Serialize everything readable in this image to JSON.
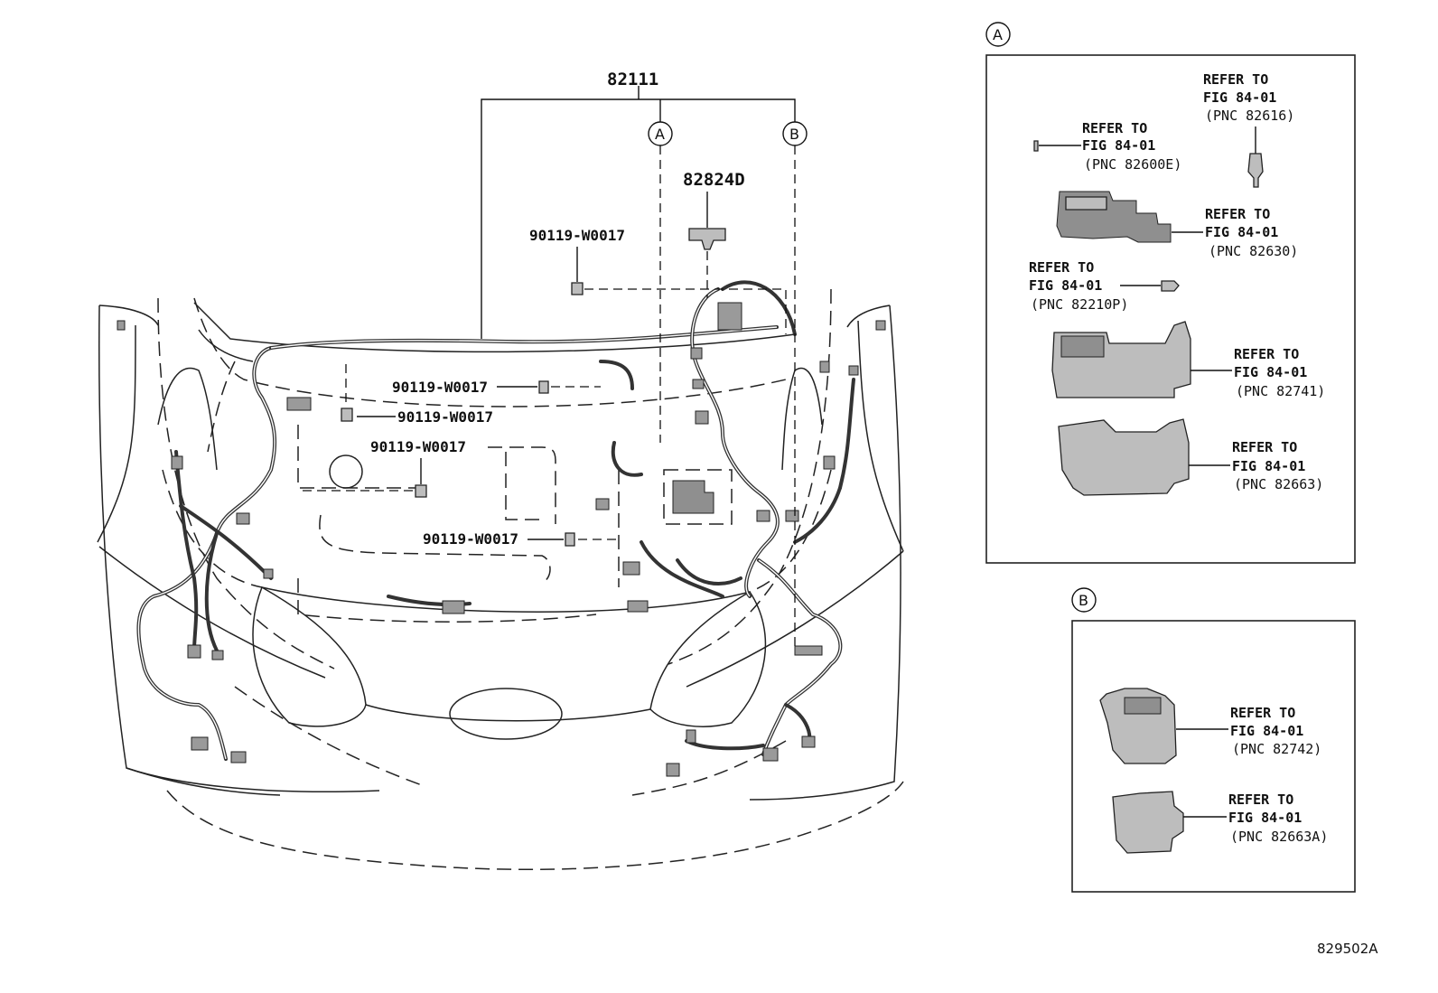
{
  "diagram": {
    "main_part": "82111",
    "sub_part": "82824D",
    "bolt_part": "90119-W0017",
    "section_a": "A",
    "section_b": "B",
    "figure_ref": "829502A",
    "inset_a": [
      {
        "refer": "REFER TO",
        "fig": "FIG 84-01",
        "pnc": "(PNC 82600E)"
      },
      {
        "refer": "REFER TO",
        "fig": "FIG 84-01",
        "pnc": "(PNC 82616)"
      },
      {
        "refer": "REFER TO",
        "fig": "FIG 84-01",
        "pnc": "(PNC 82630)"
      },
      {
        "refer": "REFER TO",
        "fig": "FIG 84-01",
        "pnc": "(PNC 82210P)"
      },
      {
        "refer": "REFER TO",
        "fig": "FIG 84-01",
        "pnc": "(PNC 82741)"
      },
      {
        "refer": "REFER TO",
        "fig": "FIG 84-01",
        "pnc": "(PNC 82663)"
      }
    ],
    "inset_b": [
      {
        "refer": "REFER TO",
        "fig": "FIG 84-01",
        "pnc": "(PNC 82742)"
      },
      {
        "refer": "REFER TO",
        "fig": "FIG 84-01",
        "pnc": "(PNC 82663A)"
      }
    ]
  }
}
